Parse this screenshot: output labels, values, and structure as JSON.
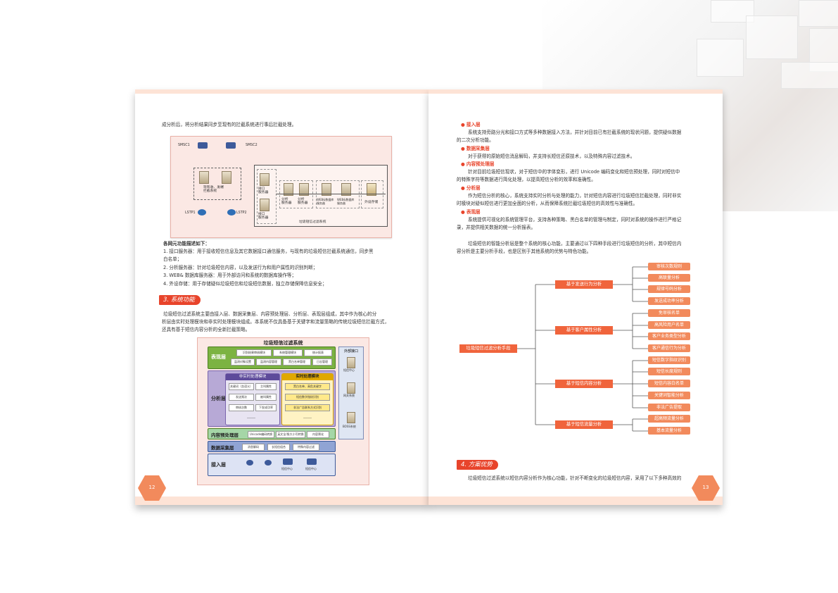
{
  "page12": {
    "intro": "成分析后，将分析结果同步至现有的拦截系统进行事后拦截处理。",
    "fig1": {
      "smsc1": "SMSC1",
      "smsc2": "SMSC2",
      "lstp1": "LSTP1",
      "lstp2": "LSTP2",
      "existing": "现有收、发端\n拦截系统",
      "iface1": "接口\n服务器",
      "iface2": "接口\n服务器",
      "ana1": "分析\n服务器",
      "ana2": "分析\n服务器",
      "web1": "WEB&数据库\n服务器",
      "web2": "WEB&数据库\n服务器",
      "storage": "外设存储",
      "caption": "垃圾短信过滤系统"
    },
    "desc_title": "各网元功能描述如下：",
    "desc_lines": [
      "1.  接口服务器：用于接收短信信息及其它数据接口通信服务，与现有的垃圾短信拦截系统通信，同步黑",
      "白名单；",
      "2.  分析服务器：针对垃圾短信内容，以及发送行为和用户属性的识别判断；",
      "3.  WEB& 数据库服务器：用于外部访问和系统的数据库操作等；",
      "4.  外设存储：用于存储疑似垃圾短信和垃圾短信数据，独立存储保障信息安全；"
    ],
    "heading3": "3. 系统功能",
    "func_lines": [
      "垃圾短信过滤系统主要由接入层、数据采集层、内容预处理层、分析层、表现层组成，其中作为核心的分",
      "析层由实时处理模块和非实时处理模块组成。本系统不仅具备基于关键字和流量策略的传统垃圾短信拦截方式，",
      "还具有基于短信内容分析的全新拦截策略。"
    ],
    "fig2": {
      "title": "垃圾短信过滤系统",
      "layer_present": "表现层",
      "present_items": [
        "识别结果审核模块",
        "系统管理模块",
        "统计报表",
        "监测对象设置",
        "监测内容管理",
        "黑白名单管理",
        "日志管理"
      ],
      "layer_analysis": "分析层",
      "nonrt_title": "非实时处理模块",
      "nonrt_items": [
        "关键词（含语义）",
        "主叫属性",
        "发送频次",
        "被叫属性",
        "审核次数",
        "下发成功率",
        "……"
      ],
      "rt_title": "实时处理模块",
      "rt_items": [
        "黑白名单、高危关键字",
        "短信数字指纹识别",
        "非法广告联系方式识别",
        "……"
      ],
      "layer_pre": "内容预处理层",
      "pre_items": [
        "Unicode编码转换",
        "英文全/角大小写转换",
        "内容筛化"
      ],
      "layer_collect": "数据采集层",
      "collect_items": [
        "消息解码",
        "长短信组合",
        "特殊内容过滤"
      ],
      "layer_access": "接入层",
      "access_labels": [
        "短信中心",
        "短信中心"
      ],
      "ext_title": "外部接口",
      "ext_items": [
        "短信中心",
        "网关系统",
        "BOSS系统"
      ]
    },
    "page_number": "12"
  },
  "page13": {
    "sections": [
      {
        "title": "接入层",
        "lines": [
          "系统支持旁路分光和接口方式等多种数据接入方法，并针对目前已有拦截系统的现状问题，提供疑似数据",
          "的二次分析功能。"
        ]
      },
      {
        "title": "数据采集层",
        "lines": [
          "对于获得的原始短信消息解码，并支持长短信还原技术，以及特殊内容过滤技术。"
        ]
      },
      {
        "title": "内容预处理层",
        "lines": [
          "针对目前垃圾短信现状，对于短信中的字体变形，进行 Unicode 编码变化和短信预处理，同时对短信中",
          "的特殊字符等数据进行简化处理，以提高短信分析的效率和准确性。"
        ]
      },
      {
        "title": "分析层",
        "lines": [
          "作为短信分析的核心，系统支持实时分析与处理的能力，针对短信内容进行垃圾短信拦截处理，同时非实",
          "时模块对疑似短信进行更加全面的分析，从而保障系统拦截垃圾短信的高效性与准确性。"
        ]
      },
      {
        "title": "表现层",
        "lines": [
          "系统提供可视化的系统管理平台，支持各种策略、黑白名单的管理与制定，同时对系统的操作进行严格记",
          "录，并提供相关数据的统一分析报表。"
        ]
      }
    ],
    "core_lines": [
      "垃圾短信的智能分析层是整个系统的核心功能，主要通过以下四种手段进行垃圾短信的分析，其中短信内",
      "容分析是主要分析手段，也是区别于其他系统的优势与特色功能。"
    ],
    "mindmap": {
      "root": "垃圾短信过滤分析手段",
      "branches": [
        {
          "label": "基于发送行为分析",
          "leaves": [
            "审核次数规则",
            "高联量分析",
            "规律号码分析",
            "发送成功率分析"
          ]
        },
        {
          "label": "基于客户属性分析",
          "leaves": [
            "免审核名单",
            "高风险用户名单",
            "客户业务类型分析",
            "客户通信行为分析"
          ]
        },
        {
          "label": "基于短信内容分析",
          "leaves": [
            "短信数字指纹识别",
            "短信长度规则",
            "短信内容白名单",
            "关键词智能分析",
            "非法广告提取"
          ]
        },
        {
          "label": "基于短信流量分析",
          "leaves": [
            "超高频流量分析",
            "基本流量分析"
          ]
        }
      ]
    },
    "heading4": "4. 方案优势",
    "adv_line": "垃圾短信过滤系统以短信内容分析作为核心功能，针对不断变化的垃圾短信内容，采用了以下多种高效的",
    "page_number": "13"
  }
}
